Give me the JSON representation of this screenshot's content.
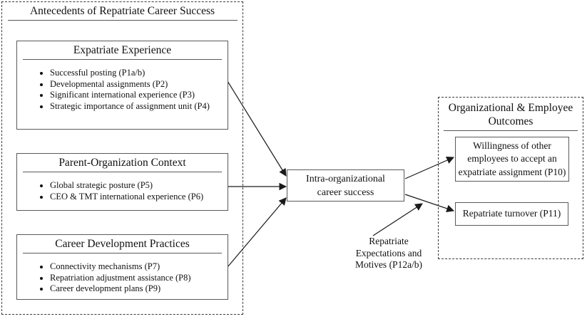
{
  "antecedents": {
    "title": "Antecedents of Repatriate Career Success",
    "boxes": [
      {
        "title": "Expatriate Experience",
        "items": [
          "Successful posting (P1a/b)",
          "Developmental assignments (P2)",
          "Significant international experience (P3)",
          "Strategic importance of assignment unit (P4)"
        ]
      },
      {
        "title": "Parent-Organization Context",
        "items": [
          "Global strategic posture (P5)",
          "CEO & TMT international experience (P6)"
        ]
      },
      {
        "title": "Career Development Practices",
        "items": [
          "Connectivity mechanisms (P7)",
          "Repatriation adjustment assistance (P8)",
          "Career development plans (P9)"
        ]
      }
    ]
  },
  "center": {
    "lines": [
      "Intra-organizational",
      "career success"
    ]
  },
  "outcomes": {
    "title_lines": [
      "Organizational & Employee",
      "Outcomes"
    ],
    "boxes": [
      {
        "lines": [
          "Willingness of other",
          "employees to accept an",
          "expatriate assignment (P10)"
        ]
      },
      {
        "label": "Repatriate turnover (P11)"
      }
    ]
  },
  "moderator": {
    "lines": [
      "Repatriate",
      "Expectations and",
      "Motives (P12a/b)"
    ]
  },
  "colors": {
    "arrow": "#1a1a1a",
    "solid_border": "#5a5a5a",
    "dashed_border": "#3a3a3a",
    "text": "#111111",
    "background": "#ffffff"
  }
}
